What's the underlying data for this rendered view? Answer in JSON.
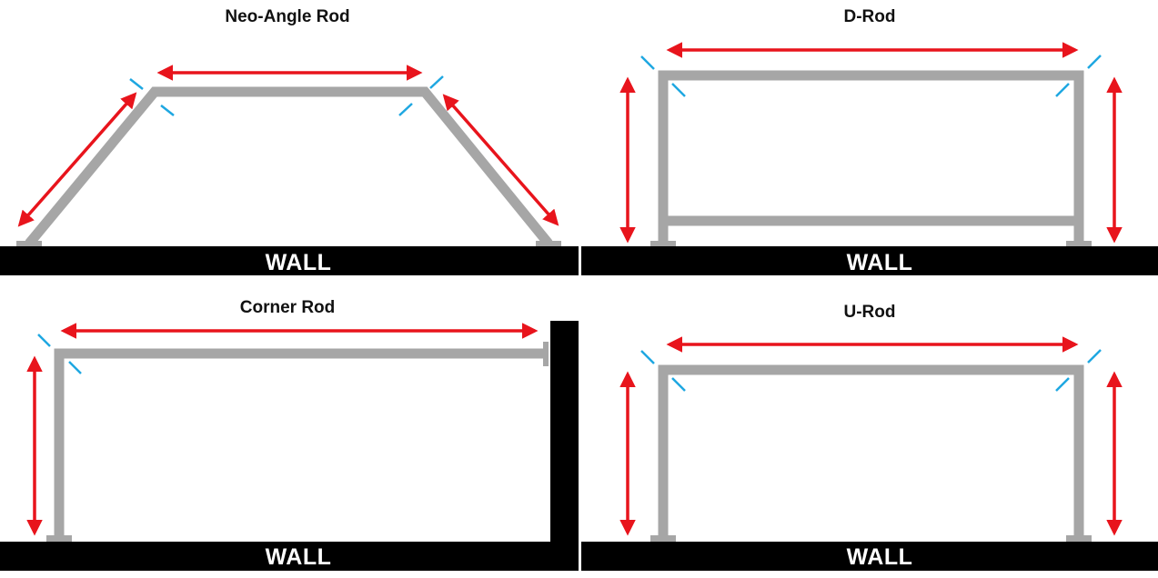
{
  "colors": {
    "rod": "#a6a6a6",
    "wall": "#000000",
    "arrow": "#e8141c",
    "corner_mark": "#1ea7e1",
    "wall_text": "#ffffff"
  },
  "panels": [
    {
      "id": "neo-angle",
      "title": "Neo-Angle Rod",
      "wall_label": "WALL"
    },
    {
      "id": "d-rod",
      "title": "D-Rod",
      "wall_label": "WALL"
    },
    {
      "id": "corner",
      "title": "Corner Rod",
      "wall_label": "WALL"
    },
    {
      "id": "u-rod",
      "title": "U-Rod",
      "wall_label": "WALL"
    }
  ]
}
